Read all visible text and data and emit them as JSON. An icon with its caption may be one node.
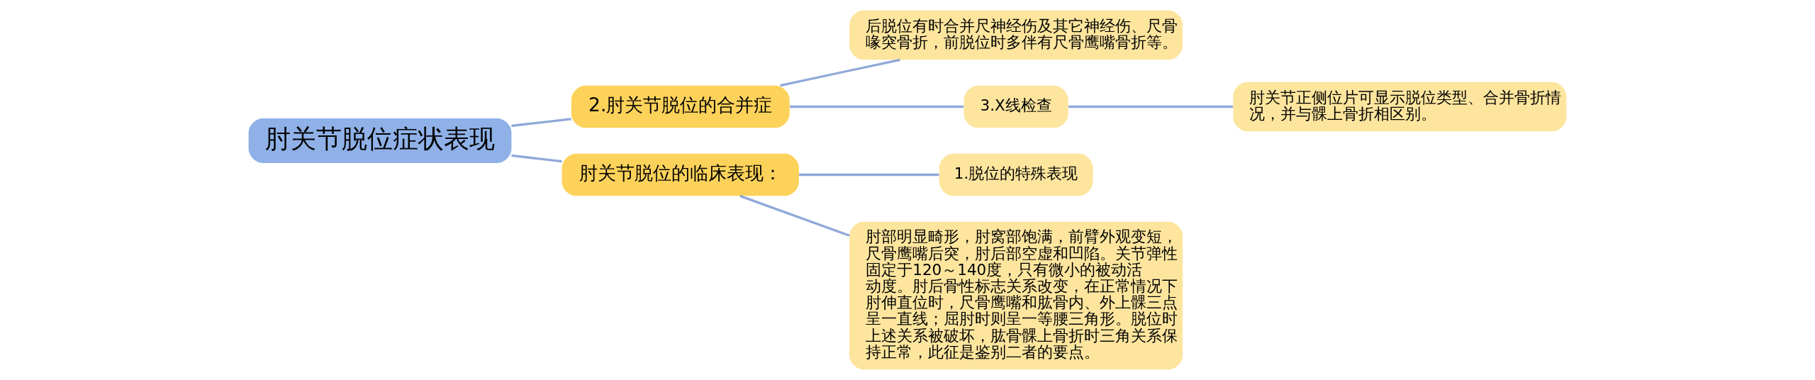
{
  "diagram": {
    "nodes": [
      {
        "text": [
          "肘关节脱位症状表现"
        ]
      },
      {
        "text": [
          "2.肘关节脱位的合并症"
        ]
      },
      {
        "text": [
          "后脱位有时合并尺神经伤及其它神经伤、尺骨喙突骨折，前脱位时多伴有尺骨鹰嘴骨折等。"
        ]
      },
      {
        "text": [
          "3.X线检查"
        ]
      },
      {
        "text": [
          "肘关节正侧位片可显示脱位类型、合并骨折情况，并与髁上骨折相区别。"
        ]
      },
      {
        "text": [
          "肘关节脱位的临床表现："
        ]
      },
      {
        "text": [
          "1.脱位的特殊表现"
        ]
      },
      {
        "text": [
          "肘部明显畸形，肘窝部饱满，前臂外观变短，尺骨鹰嘴后突，肘后部空虚和凹陷。关节弹性固定于120～140度，只有微小的被动活动度。肘后骨性标志关系改变，在正常情况下肘伸直位时，尺骨鹰嘴和肱骨内、外上髁三点呈一直线；屈肘时则呈一等腰三角形。脱位时上述关系被破坏，肱骨髁上骨折时三角关系保持正常，此征是鉴别二者的要点。"
        ]
      }
    ],
    "edges": [
      {
        "from": 0,
        "to": 1,
        "arrow": "none"
      },
      {
        "from": 1,
        "to": 2,
        "arrow": "none"
      },
      {
        "from": 1,
        "to": 3,
        "arrow": "none"
      },
      {
        "from": 3,
        "to": 4,
        "arrow": "none"
      },
      {
        "from": 0,
        "to": 5,
        "arrow": "none"
      },
      {
        "from": 5,
        "to": 6,
        "arrow": "none"
      },
      {
        "from": 5,
        "to": 7,
        "arrow": "none"
      }
    ]
  }
}
